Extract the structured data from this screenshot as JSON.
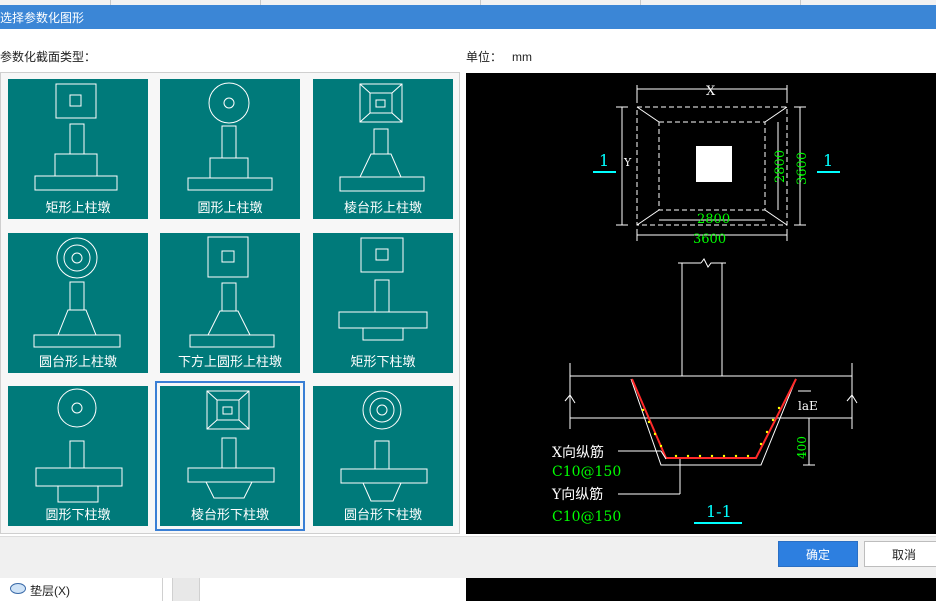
{
  "dialog": {
    "title": "选择参数化图形",
    "section_type_label": "参数化截面类型：",
    "unit_label": "单位：",
    "unit_value": "mm",
    "ok_label": "确定",
    "cancel_label": "取消"
  },
  "shapes": [
    {
      "label": "矩形上柱墩",
      "selected": false
    },
    {
      "label": "圆形上柱墩",
      "selected": false
    },
    {
      "label": "棱台形上柱墩",
      "selected": false
    },
    {
      "label": "圆台形上柱墩",
      "selected": false
    },
    {
      "label": "下方上圆形上柱墩",
      "selected": false
    },
    {
      "label": "矩形下柱墩",
      "selected": false
    },
    {
      "label": "圆形下柱墩",
      "selected": false
    },
    {
      "label": "棱台形下柱墩",
      "selected": true
    },
    {
      "label": "圆台形下柱墩",
      "selected": false
    }
  ],
  "preview": {
    "dim_x": "X",
    "dim_y": "Y",
    "dim_2800_h": "2800",
    "dim_3600_h": "3600",
    "dim_2800_v": "2800",
    "dim_3600_v": "3600",
    "section_marker": "1",
    "x_rebar_label": "X向纵筋",
    "x_rebar_value": "C10@150",
    "y_rebar_label": "Y向纵筋",
    "y_rebar_value": "C10@150",
    "lae_label": "laE",
    "depth_label": "400",
    "section_title": "1-1",
    "colors": {
      "line": "#ffffff",
      "dim": "#00ff00",
      "marker": "#00ffff",
      "rebar": "#ff2a2a",
      "dots": "#ffff00"
    }
  },
  "background": {
    "tree_item": "垫层(X)"
  }
}
